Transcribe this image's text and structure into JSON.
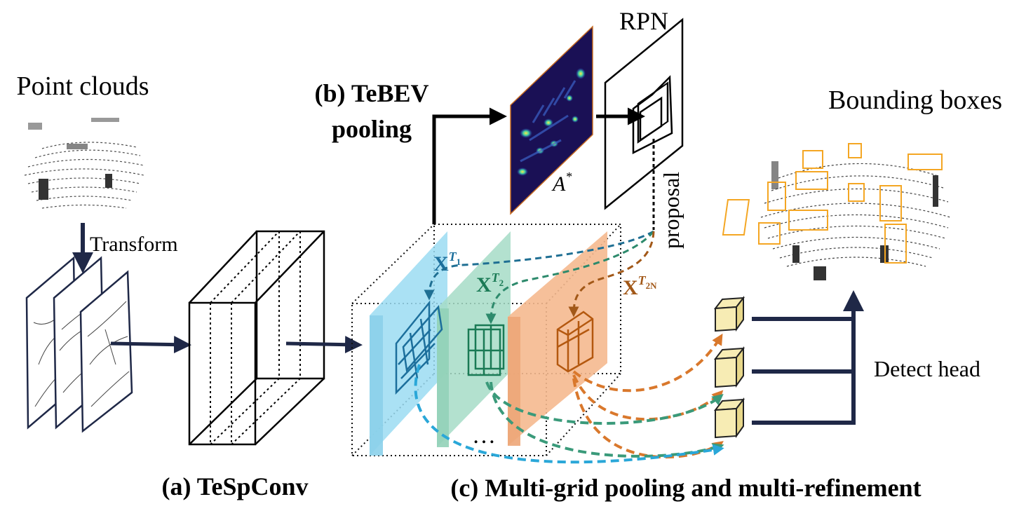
{
  "labels": {
    "point_clouds": "Point clouds",
    "transform": "Transform",
    "tespconv": "(a) TeSpConv",
    "tebev_line1": "(b) TeBEV",
    "tebev_line2": "pooling",
    "rpn": "RPN",
    "proposal": "proposal",
    "heatmap_symbol": "A",
    "heatmap_sup": "*",
    "bounding_boxes": "Bounding boxes",
    "detect_head": "Detect head",
    "multigrid": "(c) Multi-grid pooling and multi-refinement",
    "ellipsis": "…",
    "x_t1_base": "X",
    "x_t1_sup": "T",
    "x_t1_sub": "1",
    "x_t2_base": "X",
    "x_t2_sup": "T",
    "x_t2_sub": "2",
    "x_t2n_base": "X",
    "x_t2n_sup": "T",
    "x_t2n_sub": "2N"
  },
  "colors": {
    "navy": "#1f2847",
    "blue_plane": "#9bdcf2",
    "green_plane": "#a6dcc7",
    "orange_plane": "#f5b98f",
    "blue_grid": "#1c6f9c",
    "green_grid": "#1a7a55",
    "orange_grid": "#b4580f",
    "blue_arrow": "#2aa7d8",
    "green_arrow": "#3a9a7a",
    "orange_arrow": "#d9782c",
    "blue_dash_top": "#1f6f93",
    "green_dash_top": "#2d8a6c",
    "brown_dash_top": "#a25818",
    "box_yellow": "#f4a623",
    "feature_box_fill": "#f7ecb4",
    "heatmap_bg": "#1a1055"
  },
  "icons": [
    "point-cloud-image",
    "bev-heatmap-image",
    "bounding-box-scene-image",
    "feature-cube-icon"
  ]
}
